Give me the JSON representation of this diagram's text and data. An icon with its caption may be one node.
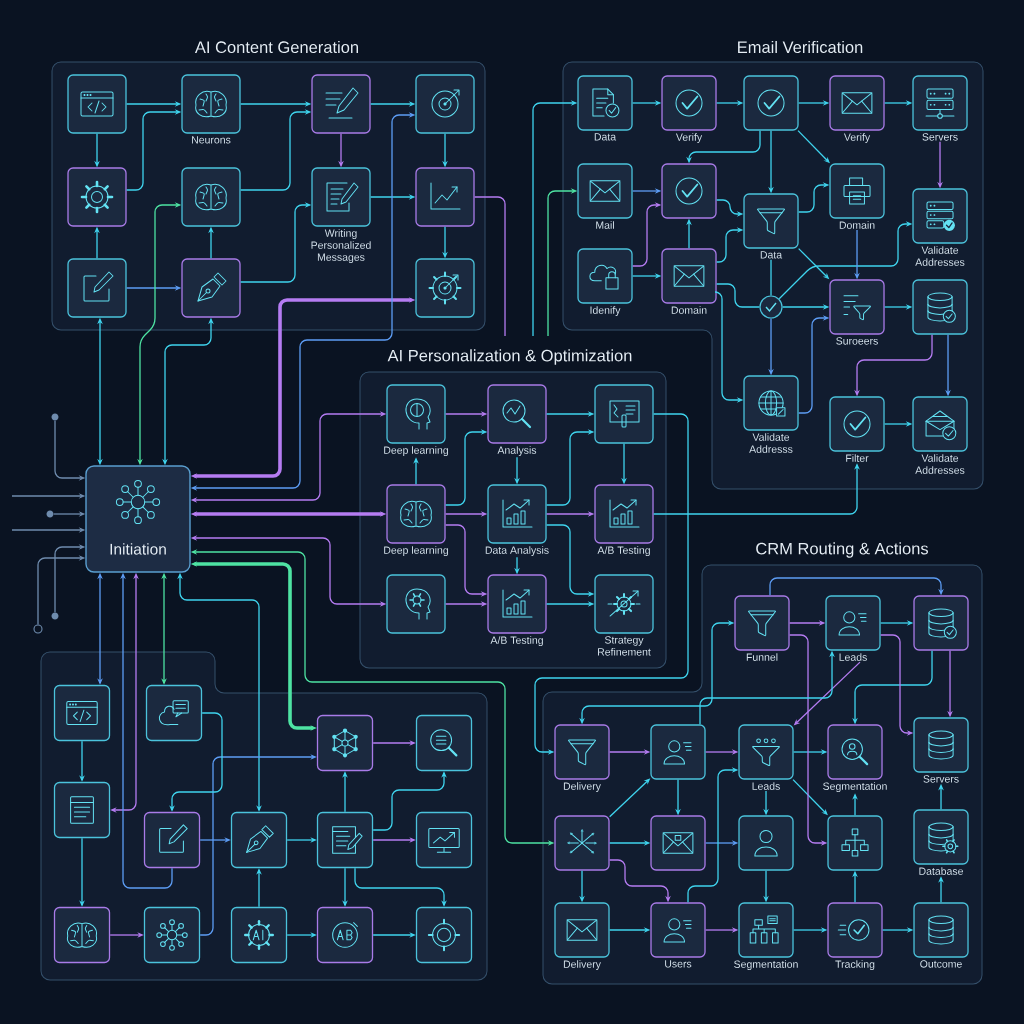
{
  "diagram": {
    "nodes": [
      {
        "text": [
          "AI Content Generation"
        ]
      },
      {
        "text": [],
        "shape": "box",
        "in": 0
      },
      {
        "text": [
          "Neurons"
        ],
        "in": 0
      },
      {
        "text": [],
        "shape": "box",
        "in": 0
      },
      {
        "text": [],
        "shape": "box",
        "in": 0
      },
      {
        "text": [],
        "shape": "box",
        "in": 0
      },
      {
        "text": [],
        "shape": "box",
        "in": 0
      },
      {
        "text": [
          "Writing Personalized Messages"
        ],
        "in": 0
      },
      {
        "text": [],
        "shape": "box",
        "in": 0
      },
      {
        "text": [],
        "shape": "box",
        "in": 0
      },
      {
        "text": [],
        "shape": "box",
        "in": 0
      },
      {
        "text": [],
        "shape": "box",
        "in": 0
      },
      {
        "text": [
          "Email Verification"
        ]
      },
      {
        "text": [
          "Data"
        ],
        "in": 12
      },
      {
        "text": [
          "Verify"
        ],
        "in": 12
      },
      {
        "text": [],
        "shape": "box",
        "in": 12
      },
      {
        "text": [
          "Verify"
        ],
        "in": 12
      },
      {
        "text": [
          "Servers"
        ],
        "in": 12
      },
      {
        "text": [
          "Mail"
        ],
        "in": 12
      },
      {
        "text": [],
        "shape": "box",
        "in": 12
      },
      {
        "text": [
          "Data"
        ],
        "in": 12
      },
      {
        "text": [
          "Domain"
        ],
        "in": 12
      },
      {
        "text": [
          "Validate Addresses"
        ],
        "in": 12
      },
      {
        "text": [
          "Idenify"
        ],
        "in": 12
      },
      {
        "text": [
          "Domain"
        ],
        "in": 12
      },
      {
        "text": [],
        "shape": "circle",
        "in": 12
      },
      {
        "text": [
          "Suroeers"
        ],
        "in": 12
      },
      {
        "text": [],
        "shape": "box",
        "in": 12
      },
      {
        "text": [
          "Validate Addresss"
        ],
        "in": 12
      },
      {
        "text": [
          "Filter"
        ],
        "in": 12
      },
      {
        "text": [
          "Validate Addresses"
        ],
        "in": 12
      },
      {
        "text": [],
        "shape": "circle"
      },
      {
        "text": [
          "Initiation"
        ]
      },
      {
        "text": [],
        "shape": "circle"
      },
      {
        "text": [],
        "shape": "circle"
      },
      {
        "text": [],
        "shape": "circle"
      },
      {
        "text": [
          "AI Personalization & Optimization"
        ]
      },
      {
        "text": [
          "Deep learning"
        ],
        "in": 36
      },
      {
        "text": [
          "Analysis"
        ],
        "in": 36
      },
      {
        "text": [],
        "shape": "box",
        "in": 36
      },
      {
        "text": [
          "Deep learning"
        ],
        "in": 36
      },
      {
        "text": [
          "Data Analysis"
        ],
        "in": 36
      },
      {
        "text": [
          "A/B Testing"
        ],
        "in": 36
      },
      {
        "text": [],
        "shape": "box",
        "in": 36
      },
      {
        "text": [
          "A/B Testing"
        ],
        "in": 36
      },
      {
        "text": [
          "Strategy Refinement"
        ],
        "in": 36
      },
      {
        "text": [
          "CRM Routing & Actions"
        ]
      },
      {
        "text": [
          "Funnel"
        ],
        "in": 46
      },
      {
        "text": [
          "Leads"
        ],
        "in": 46
      },
      {
        "text": [],
        "shape": "box",
        "in": 46
      },
      {
        "text": [
          "Delivery"
        ],
        "in": 46
      },
      {
        "text": [],
        "shape": "box",
        "in": 46
      },
      {
        "text": [
          "Leads"
        ],
        "in": 46
      },
      {
        "text": [
          "Segmentation"
        ],
        "in": 46
      },
      {
        "text": [
          "Servers"
        ],
        "in": 46
      },
      {
        "text": [],
        "shape": "box",
        "in": 46
      },
      {
        "text": [],
        "shape": "box",
        "in": 46
      },
      {
        "text": [],
        "shape": "box",
        "in": 46
      },
      {
        "text": [],
        "shape": "box",
        "in": 46
      },
      {
        "text": [
          "Database"
        ],
        "in": 46
      },
      {
        "text": [
          "Delivery"
        ],
        "in": 46
      },
      {
        "text": [
          "Users"
        ],
        "in": 46
      },
      {
        "text": [
          "Segmentation"
        ],
        "in": 46
      },
      {
        "text": [
          "Tracking"
        ],
        "in": 46
      },
      {
        "text": [
          "Outcome"
        ],
        "in": 46
      },
      {
        "text": [],
        "shape": "box"
      },
      {
        "text": [],
        "shape": "box",
        "in": 65
      },
      {
        "text": [],
        "shape": "box",
        "in": 65
      },
      {
        "text": [],
        "shape": "box",
        "in": 65
      },
      {
        "text": [],
        "shape": "box",
        "in": 65
      },
      {
        "text": [],
        "shape": "box",
        "in": 65
      },
      {
        "text": [],
        "shape": "box",
        "in": 65
      },
      {
        "text": [],
        "shape": "box",
        "in": 65
      },
      {
        "text": [],
        "shape": "box",
        "in": 65
      },
      {
        "text": [],
        "shape": "box",
        "in": 65
      },
      {
        "text": [],
        "shape": "box",
        "in": 65
      },
      {
        "text": [],
        "shape": "box",
        "in": 65
      },
      {
        "text": [],
        "shape": "box",
        "in": 65
      },
      {
        "text": [],
        "shape": "box",
        "in": 65
      },
      {
        "text": [],
        "shape": "box",
        "in": 65
      }
    ],
    "edges": [
      {
        "from": 1,
        "to": 2,
        "arrow": "to"
      },
      {
        "from": 1,
        "to": 5,
        "arrow": "to"
      },
      {
        "from": 5,
        "to": 2,
        "arrow": "to"
      },
      {
        "from": 2,
        "to": 3,
        "arrow": "to"
      },
      {
        "from": 3,
        "to": 4,
        "arrow": "to"
      },
      {
        "from": 3,
        "to": 7,
        "arrow": "to",
        "color": "#b57cf2"
      },
      {
        "from": 4,
        "to": 8,
        "arrow": "to"
      },
      {
        "from": 6,
        "to": 3,
        "arrow": "to"
      },
      {
        "from": 10,
        "to": 7,
        "arrow": "to"
      },
      {
        "from": 7,
        "to": 8,
        "arrow": "to"
      },
      {
        "from": 8,
        "to": 11,
        "arrow": "to"
      },
      {
        "from": 9,
        "to": 5,
        "arrow": "to"
      },
      {
        "from": 9,
        "to": 10,
        "arrow": "to",
        "color": "#5d9df5"
      },
      {
        "from": 10,
        "to": 6,
        "arrow": "to"
      },
      {
        "from": 8,
        "to": null,
        "arrow": "none",
        "color": "#b57cf2"
      },
      {
        "from": null,
        "to": 13,
        "arrow": "to"
      },
      {
        "from": null,
        "to": 18,
        "arrow": "to",
        "color": "#4ee3a3"
      },
      {
        "from": 13,
        "to": 14,
        "arrow": "to"
      },
      {
        "from": 14,
        "to": 15,
        "arrow": "to"
      },
      {
        "from": 15,
        "to": 16,
        "arrow": "to"
      },
      {
        "from": 16,
        "to": 17,
        "arrow": "to"
      },
      {
        "from": 15,
        "to": 20,
        "arrow": "to"
      },
      {
        "from": 15,
        "to": 21,
        "arrow": "to"
      },
      {
        "from": 15,
        "to": 19,
        "arrow": "to"
      },
      {
        "from": 18,
        "to": 19,
        "arrow": "to",
        "color": "#5d9df5"
      },
      {
        "from": 23,
        "to": 19,
        "arrow": "to",
        "color": "#b57cf2"
      },
      {
        "from": 23,
        "to": 24,
        "arrow": "to"
      },
      {
        "from": 24,
        "to": 19,
        "arrow": "to"
      },
      {
        "from": 19,
        "to": 20,
        "arrow": "to"
      },
      {
        "from": 24,
        "to": 20,
        "arrow": "to"
      },
      {
        "from": 24,
        "to": 25,
        "arrow": "none"
      },
      {
        "from": 24,
        "to": 28,
        "arrow": "to"
      },
      {
        "from": 20,
        "to": 25,
        "arrow": "none"
      },
      {
        "from": 25,
        "to": 28,
        "arrow": "to",
        "color": "#5d9df5"
      },
      {
        "from": 25,
        "to": 26,
        "arrow": "to"
      },
      {
        "from": 25,
        "to": 22,
        "arrow": "to"
      },
      {
        "from": 20,
        "to": 21,
        "arrow": "to"
      },
      {
        "from": 20,
        "to": 26,
        "arrow": "to"
      },
      {
        "from": 21,
        "to": 26,
        "arrow": "to",
        "color": "#5d9df5"
      },
      {
        "from": 17,
        "to": 22,
        "arrow": "to",
        "color": "#b57cf2"
      },
      {
        "from": 26,
        "to": 27,
        "arrow": "to"
      },
      {
        "from": 27,
        "to": 30,
        "arrow": "to",
        "color": "#5d9df5"
      },
      {
        "from": 27,
        "to": 29,
        "arrow": "to",
        "color": "#b57cf2"
      },
      {
        "from": 29,
        "to": 30,
        "arrow": "to"
      },
      {
        "from": 28,
        "to": 26,
        "arrow": "to",
        "color": "#5d9df5"
      },
      {
        "from": 42,
        "to": 29,
        "arrow": "to"
      },
      {
        "from": 31,
        "to": 32,
        "arrow": "to",
        "color": "#6f8cae"
      },
      {
        "from": null,
        "to": 32,
        "arrow": "to",
        "color": "#6f8cae"
      },
      {
        "from": 33,
        "to": 32,
        "arrow": "to",
        "color": "#6f8cae"
      },
      {
        "from": null,
        "to": 32,
        "arrow": "to",
        "color": "#6f8cae"
      },
      {
        "from": 34,
        "to": 32,
        "arrow": "to",
        "color": "#6f8cae"
      },
      {
        "from": 35,
        "to": 32,
        "arrow": "to",
        "color": "#6f8cae"
      },
      {
        "from": 32,
        "to": 9,
        "arrow": "both"
      },
      {
        "from": 32,
        "to": 6,
        "arrow": "both",
        "color": "#4ee3a3"
      },
      {
        "from": 32,
        "to": 10,
        "arrow": "both"
      },
      {
        "from": 32,
        "to": 11,
        "arrow": "both",
        "style": "thick",
        "color": "#b57cf2"
      },
      {
        "from": 32,
        "to": 4,
        "arrow": "both",
        "color": "#5d9df5"
      },
      {
        "from": 32,
        "to": 37,
        "arrow": "both",
        "color": "#b57cf2"
      },
      {
        "from": 32,
        "to": 40,
        "arrow": "both",
        "style": "thick",
        "color": "#b57cf2"
      },
      {
        "from": 32,
        "to": 43,
        "arrow": "both",
        "color": "#b57cf2"
      },
      {
        "from": 32,
        "to": 55,
        "arrow": "both",
        "color": "#4ee3a3"
      },
      {
        "from": 32,
        "to": 73,
        "arrow": "both",
        "style": "thick",
        "color": "#4ee3a3"
      },
      {
        "from": 32,
        "to": 66,
        "arrow": "both",
        "color": "#5d9df5"
      },
      {
        "from": 32,
        "to": 68,
        "arrow": "both",
        "color": "#b57cf2"
      },
      {
        "from": 32,
        "to": 67,
        "arrow": "both",
        "color": "#4ee3a3"
      },
      {
        "from": 69,
        "to": 32,
        "arrow": "to",
        "color": "#5d9df5"
      },
      {
        "from": 32,
        "to": 70,
        "arrow": "both"
      },
      {
        "from": 37,
        "to": 38,
        "arrow": "to",
        "color": "#b57cf2"
      },
      {
        "from": 38,
        "to": 39,
        "arrow": "to"
      },
      {
        "from": 38,
        "to": 41,
        "arrow": "to"
      },
      {
        "from": 39,
        "to": 42,
        "arrow": "to"
      },
      {
        "from": 40,
        "to": 37,
        "arrow": "to"
      },
      {
        "from": 40,
        "to": 38,
        "arrow": "to"
      },
      {
        "from": 40,
        "to": 41,
        "arrow": "to",
        "color": "#b57cf2"
      },
      {
        "from": 40,
        "to": 44,
        "arrow": "to",
        "color": "#b57cf2"
      },
      {
        "from": 41,
        "to": 39,
        "arrow": "to"
      },
      {
        "from": 41,
        "to": 42,
        "arrow": "to",
        "color": "#b57cf2"
      },
      {
        "from": 41,
        "to": 44,
        "arrow": "to"
      },
      {
        "from": 41,
        "to": 45,
        "arrow": "to"
      },
      {
        "from": 43,
        "to": 44,
        "arrow": "to",
        "color": "#b57cf2"
      },
      {
        "from": 44,
        "to": 45,
        "arrow": "to"
      },
      {
        "from": 39,
        "to": 50,
        "arrow": "to"
      },
      {
        "from": 47,
        "to": 48,
        "arrow": "to",
        "color": "#b57cf2"
      },
      {
        "from": 48,
        "to": 49,
        "arrow": "to"
      },
      {
        "from": 47,
        "to": 49,
        "arrow": "to",
        "color": "#5d9df5"
      },
      {
        "from": 49,
        "to": 54,
        "arrow": "to",
        "color": "#b57cf2"
      },
      {
        "from": 49,
        "to": 53,
        "arrow": "to"
      },
      {
        "from": 48,
        "to": 54,
        "arrow": "to",
        "color": "#b57cf2"
      },
      {
        "from": 48,
        "to": 52,
        "arrow": "to",
        "color": "#b57cf2"
      },
      {
        "from": 47,
        "to": 50,
        "arrow": "both"
      },
      {
        "from": 50,
        "to": 51,
        "arrow": "to",
        "color": "#b57cf2"
      },
      {
        "from": 51,
        "to": 52,
        "arrow": "to",
        "color": "#b57cf2"
      },
      {
        "from": 52,
        "to": 53,
        "arrow": "to"
      },
      {
        "from": 51,
        "to": 56,
        "arrow": "to"
      },
      {
        "from": 52,
        "to": 57,
        "arrow": "to"
      },
      {
        "from": 52,
        "to": 58,
        "arrow": "to"
      },
      {
        "from": 58,
        "to": 53,
        "arrow": "to"
      },
      {
        "from": 55,
        "to": 51,
        "arrow": "to"
      },
      {
        "from": 55,
        "to": 56,
        "arrow": "to"
      },
      {
        "from": 56,
        "to": 57,
        "arrow": "to",
        "color": "#5d9df5"
      },
      {
        "from": 57,
        "to": 62,
        "arrow": "to"
      },
      {
        "from": 55,
        "to": 60,
        "arrow": "to"
      },
      {
        "from": 60,
        "to": 61,
        "arrow": "to"
      },
      {
        "from": 61,
        "to": 62,
        "arrow": "to",
        "color": "#b57cf2"
      },
      {
        "from": 62,
        "to": 63,
        "arrow": "to"
      },
      {
        "from": 63,
        "to": 64,
        "arrow": "to"
      },
      {
        "from": 63,
        "to": 58,
        "arrow": "to"
      },
      {
        "from": 64,
        "to": 59,
        "arrow": "to"
      },
      {
        "from": 59,
        "to": 54,
        "arrow": "to"
      },
      {
        "from": 61,
        "to": 52,
        "arrow": "to"
      },
      {
        "from": 55,
        "to": 61,
        "arrow": "to",
        "color": "#b57cf2"
      },
      {
        "from": 47,
        "to": 58,
        "arrow": "to",
        "color": "#b57cf2"
      },
      {
        "from": 51,
        "to": 48,
        "arrow": "to"
      },
      {
        "from": 66,
        "to": 68,
        "arrow": "to"
      },
      {
        "from": 68,
        "to": 75,
        "arrow": "to"
      },
      {
        "from": 75,
        "to": 76,
        "arrow": "to",
        "color": "#b57cf2"
      },
      {
        "from": 76,
        "to": 73,
        "arrow": "to",
        "color": "#5d9df5"
      },
      {
        "from": 67,
        "to": 69,
        "arrow": "to"
      },
      {
        "from": 69,
        "to": 70,
        "arrow": "to",
        "color": "#5d9df5"
      },
      {
        "from": 70,
        "to": 71,
        "arrow": "to"
      },
      {
        "from": 77,
        "to": 70,
        "arrow": "to"
      },
      {
        "from": 71,
        "to": 73,
        "arrow": "to"
      },
      {
        "from": 71,
        "to": 72,
        "arrow": "to",
        "color": "#b57cf2"
      },
      {
        "from": 71,
        "to": 74,
        "arrow": "to"
      },
      {
        "from": 71,
        "to": 78,
        "arrow": "to"
      },
      {
        "from": 71,
        "to": 79,
        "arrow": "to"
      },
      {
        "from": 77,
        "to": 78,
        "arrow": "to"
      },
      {
        "from": 78,
        "to": 79,
        "arrow": "to"
      },
      {
        "from": 73,
        "to": 74,
        "arrow": "to",
        "color": "#b57cf2"
      }
    ]
  }
}
